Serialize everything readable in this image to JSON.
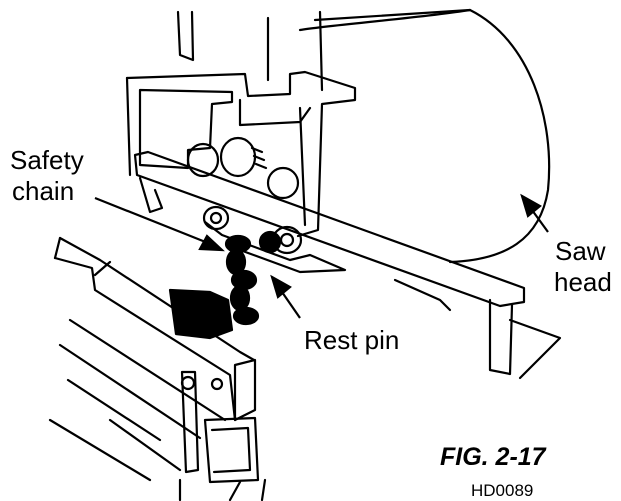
{
  "labels": {
    "safety_line1": "Safety",
    "safety_line2": "chain",
    "saw_line1": "Saw",
    "saw_line2": "head",
    "rest_pin": "Rest pin",
    "figure_number": "FIG. 2-17",
    "drawing_code": "HD0089"
  }
}
